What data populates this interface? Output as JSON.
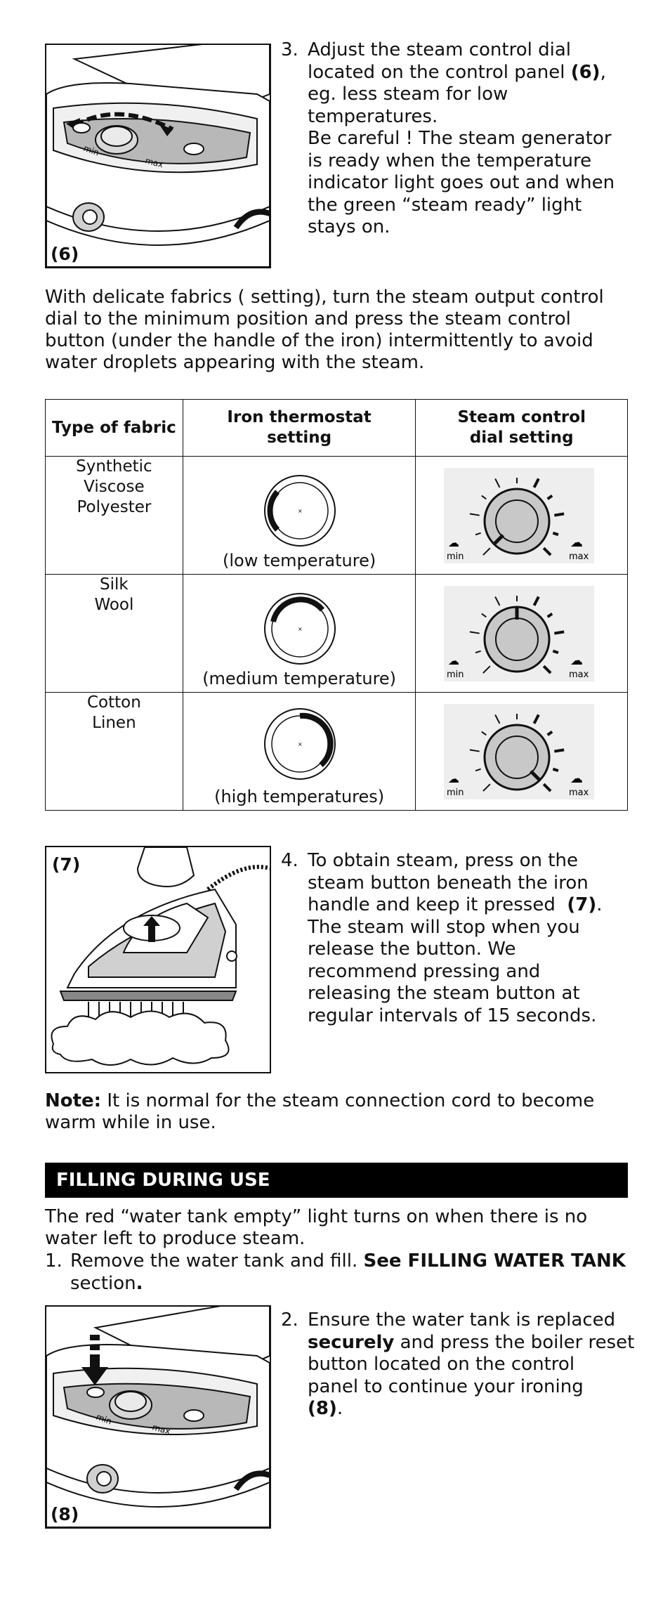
{
  "step3": {
    "figure_label": "(6)",
    "number": "3.",
    "line1": "Adjust the steam control dial",
    "line2": "located on the control panel",
    "line2_ref": "(6)",
    "line2_tail": ",",
    "line3": "eg. less steam for low",
    "line4": "temperatures.",
    "line5": "Be careful ! The steam generator",
    "line6": "is ready when the temperature",
    "line7": "indicator light goes out and when",
    "line8": "the green “steam ready” light",
    "line9": "stays on.",
    "panel_min": "min",
    "panel_max": "max"
  },
  "delicate": {
    "line1": "With delicate fabrics (    setting), turn the steam output control",
    "line2": "dial to the minimum position and press the steam control",
    "line3": "button (under the handle of the iron) intermittently to avoid",
    "line4": "water droplets appearing with the steam."
  },
  "table": {
    "headers": {
      "fabric": "Type of fabric",
      "thermostat_1": "Iron thermostat",
      "thermostat_2": "setting",
      "steam_1": "Steam control",
      "steam_2": "dial setting"
    },
    "rows": [
      {
        "fabric": [
          "Synthetic",
          "Viscose",
          "Polyester"
        ],
        "caption": "(low temperature)",
        "dial_level": 0.0,
        "min": "min",
        "max": "max"
      },
      {
        "fabric": [
          "Silk",
          "Wool"
        ],
        "caption": "(medium temperature)",
        "dial_level": 0.5,
        "min": "min",
        "max": "max"
      },
      {
        "fabric": [
          "Cotton",
          "Linen"
        ],
        "caption": "(high temperatures)",
        "dial_level": 1.0,
        "min": "min",
        "max": "max"
      }
    ]
  },
  "step4": {
    "figure_label": "(7)",
    "number": "4.",
    "line1": "To obtain steam, press on the",
    "line2": "steam button beneath the iron",
    "line3": "handle and keep it pressed",
    "line3_ref": "(7)",
    "line3_tail": ".",
    "line4": "The steam will stop when you",
    "line5": "release the button. We",
    "line6": "recommend pressing and",
    "line7": "releasing the steam button at",
    "line8": "regular intervals of 15 seconds."
  },
  "note": {
    "label": "Note:",
    "line1": " It is normal for the steam connection cord to become",
    "line2": "warm while in use."
  },
  "filling": {
    "heading": "FILLING DURING USE",
    "intro1": "The red “water tank empty”  light turns on when there is no",
    "intro2": "water left to produce steam.",
    "step1_number": "1.",
    "step1_text": "Remove the water tank and fill.",
    "step1_bold": "See FILLING WATER TANK",
    "step1_line2": "section",
    "step1_dot": ".",
    "figure_label": "(8)",
    "step2_number": "2.",
    "step2_line1": "Ensure the water tank is replaced",
    "step2_bold": "securely",
    "step2_line2": " and press the boiler reset",
    "step2_line3": "button located on the control",
    "step2_line4": "panel to continue your ironing",
    "step2_ref": "(8)",
    "step2_dot": ".",
    "panel_min": "min",
    "panel_max": "max"
  }
}
